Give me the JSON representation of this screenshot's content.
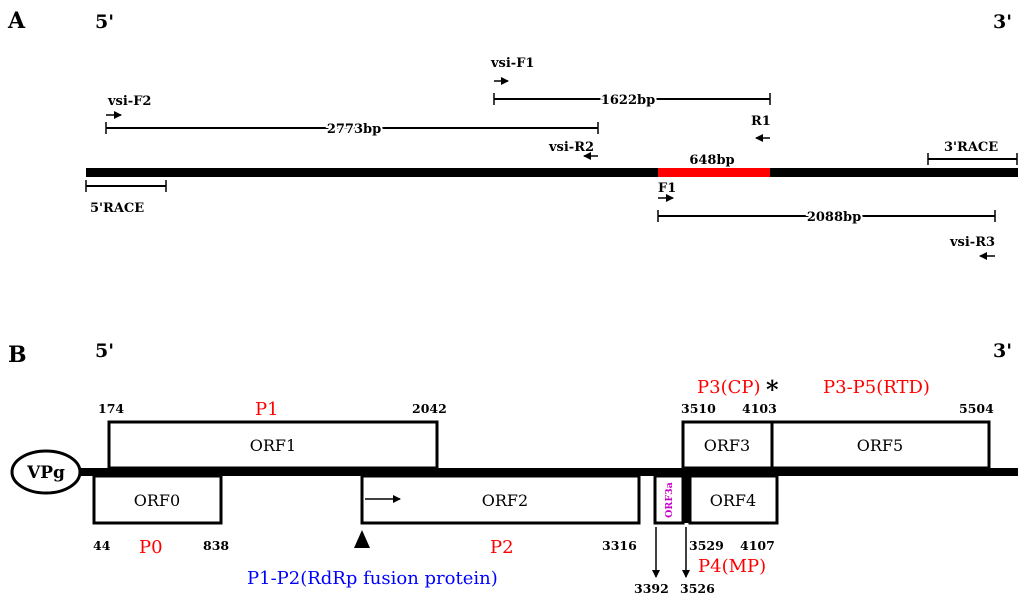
{
  "panel_a": {
    "letter": "A",
    "five_prime": "5'",
    "three_prime": "3'",
    "primers": {
      "vsi_f1": "vsi-F1",
      "vsi_f2": "vsi-F2",
      "r1": "R1",
      "vsi_r2": "vsi-R2",
      "f1": "F1",
      "vsi_r3": "vsi-R3"
    },
    "fragments": {
      "f1622": "1622bp",
      "f2773": "2773bp",
      "f648": "648bp",
      "f2088": "2088bp",
      "race5": "5'RACE",
      "race3": "3'RACE"
    }
  },
  "panel_b": {
    "letter": "B",
    "five_prime": "5'",
    "three_prime": "3'",
    "vpg": "VPg",
    "orfs": {
      "orf0": "ORF0",
      "orf1": "ORF1",
      "orf2": "ORF2",
      "orf3": "ORF3",
      "orf3a": "ORF3a",
      "orf4": "ORF4",
      "orf5": "ORF5"
    },
    "positions": {
      "p174": "174",
      "p2042": "2042",
      "p3510": "3510",
      "p4103": "4103",
      "p5504": "5504",
      "p44": "44",
      "p838": "838",
      "p3316": "3316",
      "p3529": "3529",
      "p4107": "4107",
      "p3392": "3392",
      "p3526": "3526"
    },
    "proteins": {
      "p1": "P1",
      "p0": "P0",
      "p2": "P2",
      "p3cp": "P3(CP)",
      "asterisk": "*",
      "p3p5": "P3-P5(RTD)",
      "p4mp": "P4(MP)",
      "fusion": "P1-P2(RdRp fusion protein)"
    },
    "colors": {
      "protein_label": "#ff0000",
      "fusion_label": "#0000ff",
      "orf3a_label": "#cc00cc",
      "amplicon_648": "#ff0000"
    }
  }
}
